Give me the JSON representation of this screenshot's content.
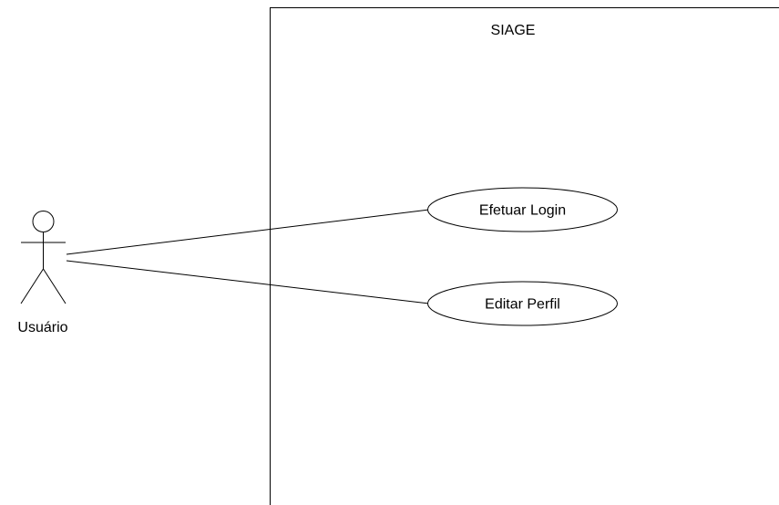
{
  "system": {
    "name": "SIAGE"
  },
  "actor": {
    "name": "Usuário",
    "icon": "stick-figure-icon"
  },
  "use_cases": [
    {
      "label": "Efetuar Login"
    },
    {
      "label": "Editar Perfil"
    }
  ],
  "colors": {
    "background": "#ffffff",
    "stroke": "#000000"
  }
}
